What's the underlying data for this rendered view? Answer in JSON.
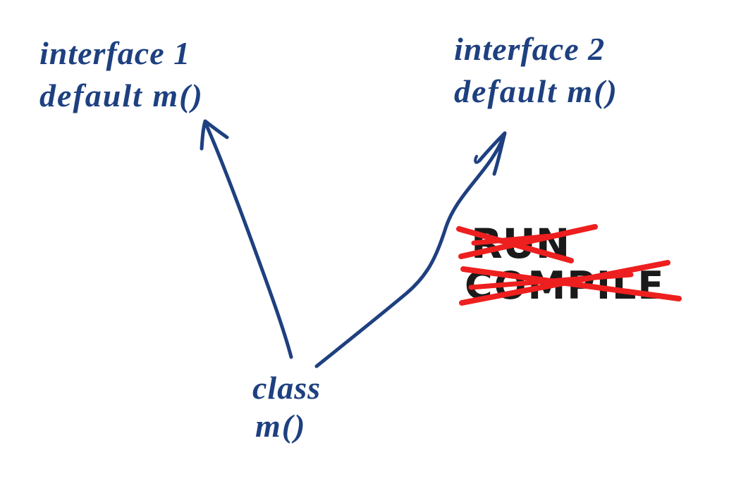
{
  "colors": {
    "ink_blue": "#1e4080",
    "ink_black": "#1a1a1a",
    "cross_red": "#ee1f1f",
    "background": "#ffffff"
  },
  "nodes": {
    "interface1": {
      "title": "interface 1",
      "method": "default m()"
    },
    "interface2": {
      "title": "interface 2",
      "method": "default m()"
    },
    "class": {
      "title": "class",
      "method": "m()"
    }
  },
  "crossed_out": [
    {
      "label": "RUN"
    },
    {
      "label": "COMPILE"
    }
  ],
  "relations": [
    {
      "from": "class",
      "to": "interface 1",
      "style": "hand-drawn arrow"
    },
    {
      "from": "class",
      "to": "interface 2",
      "style": "hand-drawn arrow"
    }
  ]
}
